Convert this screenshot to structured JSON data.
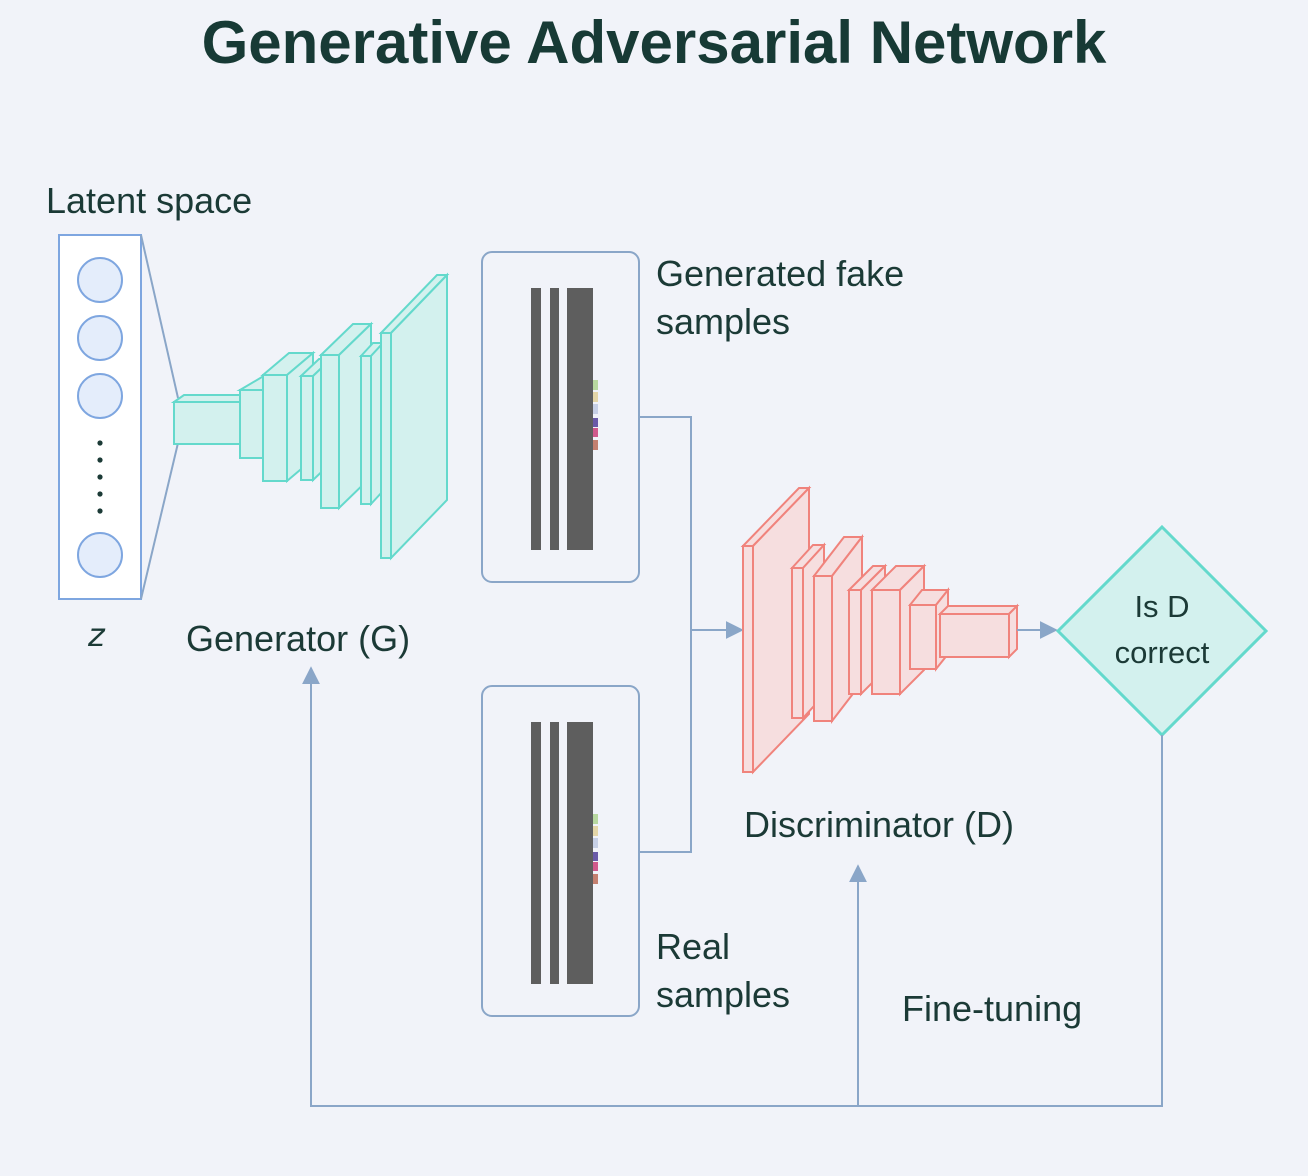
{
  "title": "Generative Adversarial Network",
  "latent": {
    "label": "Latent space",
    "variable": "z",
    "dots": "·\n·\n·\n·\n·"
  },
  "generator": {
    "label": "Generator (G)"
  },
  "fake_samples": {
    "label_line1": "Generated fake",
    "label_line2": "samples"
  },
  "real_samples": {
    "label_line1": "Real",
    "label_line2": "samples"
  },
  "discriminator": {
    "label": "Discriminator (D)"
  },
  "decision": {
    "line1": "Is D",
    "line2": "correct"
  },
  "feedback": {
    "label": "Fine-tuning"
  },
  "colors": {
    "background": "#f1f3f9",
    "text": "#1b3a36",
    "generator_fill": "#d3f1ee",
    "generator_stroke": "#64d9cc",
    "discriminator_fill": "#f6dedf",
    "discriminator_stroke": "#f0837c",
    "connector": "#8aa6c8",
    "node_fill": "#e4edfb",
    "node_stroke": "#7ea6e0"
  }
}
